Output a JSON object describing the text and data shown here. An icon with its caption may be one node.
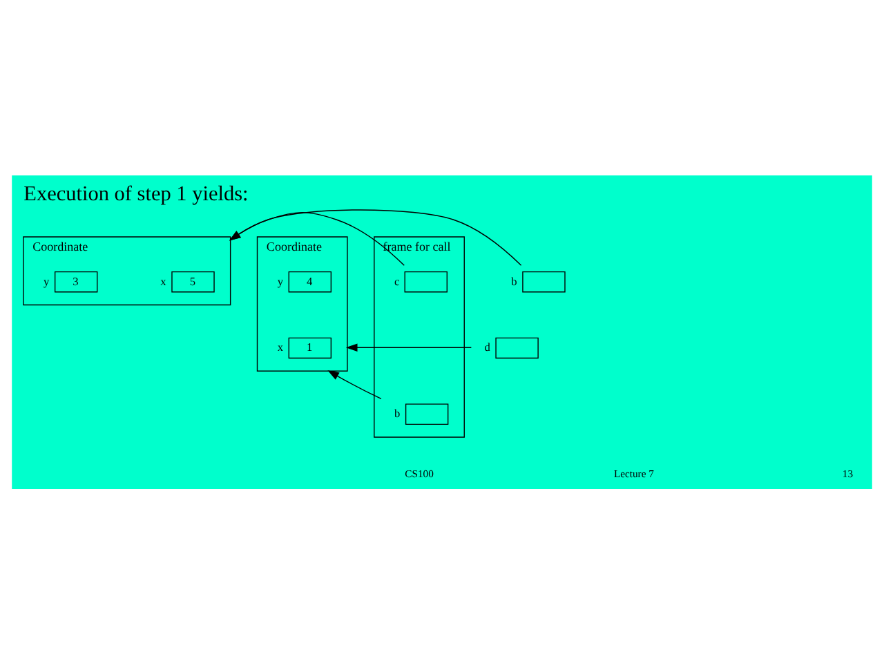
{
  "diagram": {
    "title": "Execution of step 1 yields:",
    "nodes": [
      {
        "text": [
          "Coordinate"
        ]
      },
      {
        "text": [
          "5"
        ],
        "in": 0,
        "beside": [
          "x"
        ]
      },
      {
        "text": [
          "3"
        ],
        "in": 0,
        "beside": [
          "y"
        ]
      },
      {
        "text": [],
        "shape": "box",
        "beside": [
          "b"
        ]
      },
      {
        "text": [
          "Coordinate"
        ]
      },
      {
        "text": [
          "1"
        ],
        "in": 4,
        "beside": [
          "x"
        ]
      },
      {
        "text": [
          "4"
        ],
        "in": 4,
        "beside": [
          "y"
        ]
      },
      {
        "text": [],
        "shape": "box",
        "beside": [
          "d"
        ]
      },
      {
        "text": [
          "frame for call"
        ]
      },
      {
        "text": [],
        "shape": "box",
        "in": 8,
        "beside": [
          "b"
        ]
      },
      {
        "text": [],
        "shape": "box",
        "in": 8,
        "beside": [
          "c"
        ]
      }
    ],
    "edges": [
      {
        "from": 3,
        "to": 0,
        "arrow": "to"
      },
      {
        "from": 7,
        "to": 4,
        "arrow": "to"
      },
      {
        "from": 9,
        "to": 4,
        "arrow": "to"
      },
      {
        "from": 10,
        "to": 0,
        "arrow": "to"
      }
    ],
    "labels": [
      "CS100",
      "Lecture 7",
      "13"
    ]
  }
}
